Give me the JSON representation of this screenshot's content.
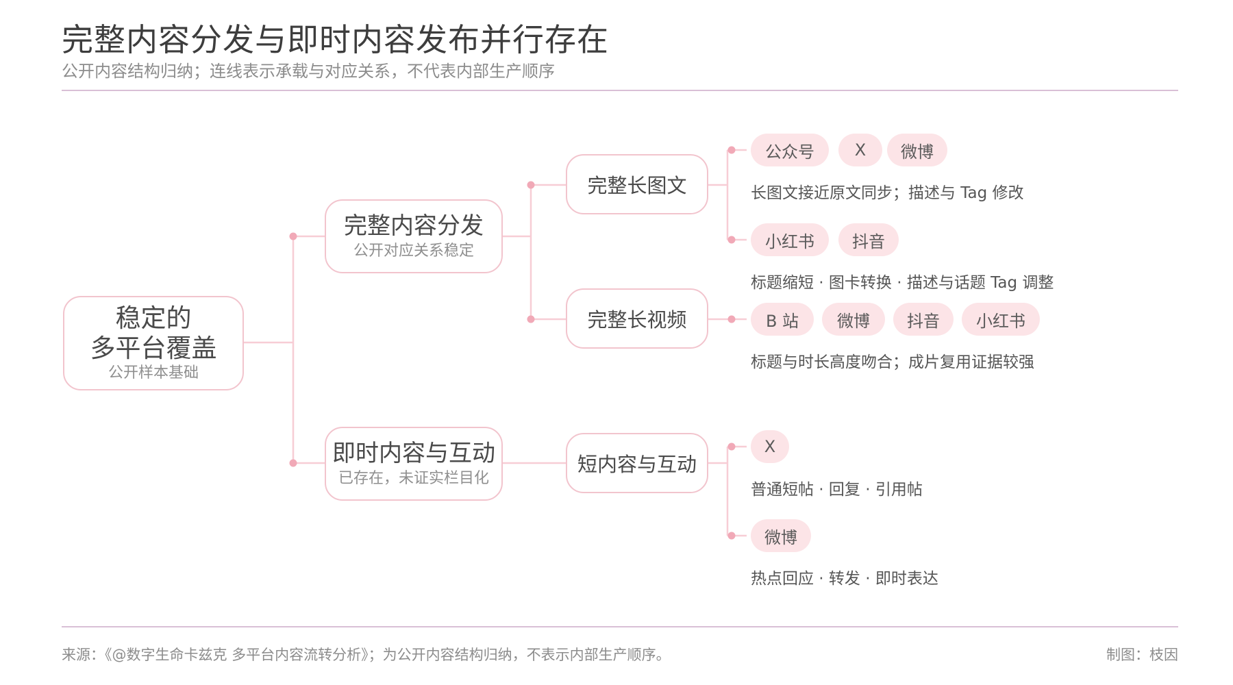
{
  "header": {
    "title": "完整内容分发与即时内容发布并行存在",
    "subtitle": "公开内容结构归纳；连线表示承载与对应关系，不代表内部生产顺序"
  },
  "root": {
    "line1": "稳定的",
    "line2": "多平台覆盖",
    "sub": "公开样本基础"
  },
  "branch_full": {
    "label": "完整内容分发",
    "sub": "公开对应关系稳定"
  },
  "branch_instant": {
    "label": "即时内容与互动",
    "sub": "已存在，未证实栏目化"
  },
  "node_long_article": {
    "label": "完整长图文",
    "group1": {
      "chips": [
        "公众号",
        "X",
        "微博"
      ],
      "desc": "长图文接近原文同步；描述与 Tag 修改"
    },
    "group2": {
      "chips": [
        "小红书",
        "抖音"
      ],
      "desc": "标题缩短 · 图卡转换 · 描述与话题 Tag 调整"
    }
  },
  "node_long_video": {
    "label": "完整长视频",
    "chips": [
      "B 站",
      "微博",
      "抖音",
      "小红书"
    ],
    "desc": "标题与时长高度吻合；成片复用证据较强"
  },
  "node_short": {
    "label": "短内容与互动",
    "group1": {
      "chips": [
        "X"
      ],
      "desc": "普通短帖 · 回复 · 引用帖"
    },
    "group2": {
      "chips": [
        "微博"
      ],
      "desc": "热点回应 · 转发 · 即时表达"
    }
  },
  "footer": {
    "source": "来源：《@数字生命卡兹克 多平台内容流转分析》；为公开内容结构归纳，不表示内部生产顺序。",
    "credit": "制图：枝因"
  },
  "colors": {
    "line": "#f7cdd5",
    "dot": "#f1a9b7",
    "box_border": "#f2c4cd",
    "chip_bg": "#fce4e7",
    "rule": "#d9bfd6"
  }
}
